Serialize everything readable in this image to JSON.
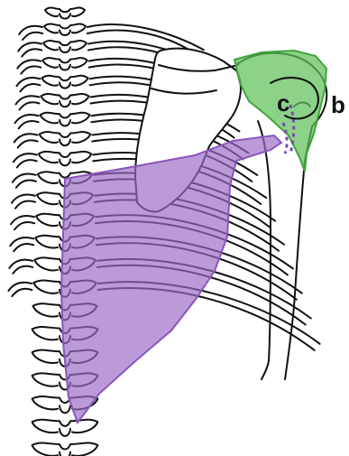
{
  "labels": {
    "c": "c",
    "b": "b"
  },
  "colors": {
    "ink": "#111111",
    "background": "#ffffff",
    "latissimus_purple": "#9a6cc6",
    "latissimus_stroke": "#8a55bd",
    "shoulder_green": "#5fc15a",
    "shoulder_stroke": "#3ea53a",
    "dashed_purple": "#7a4ab0"
  },
  "regions": [
    {
      "id": "purple-region",
      "color": "latissimus_purple"
    },
    {
      "id": "green-region",
      "color": "shoulder_green"
    }
  ]
}
